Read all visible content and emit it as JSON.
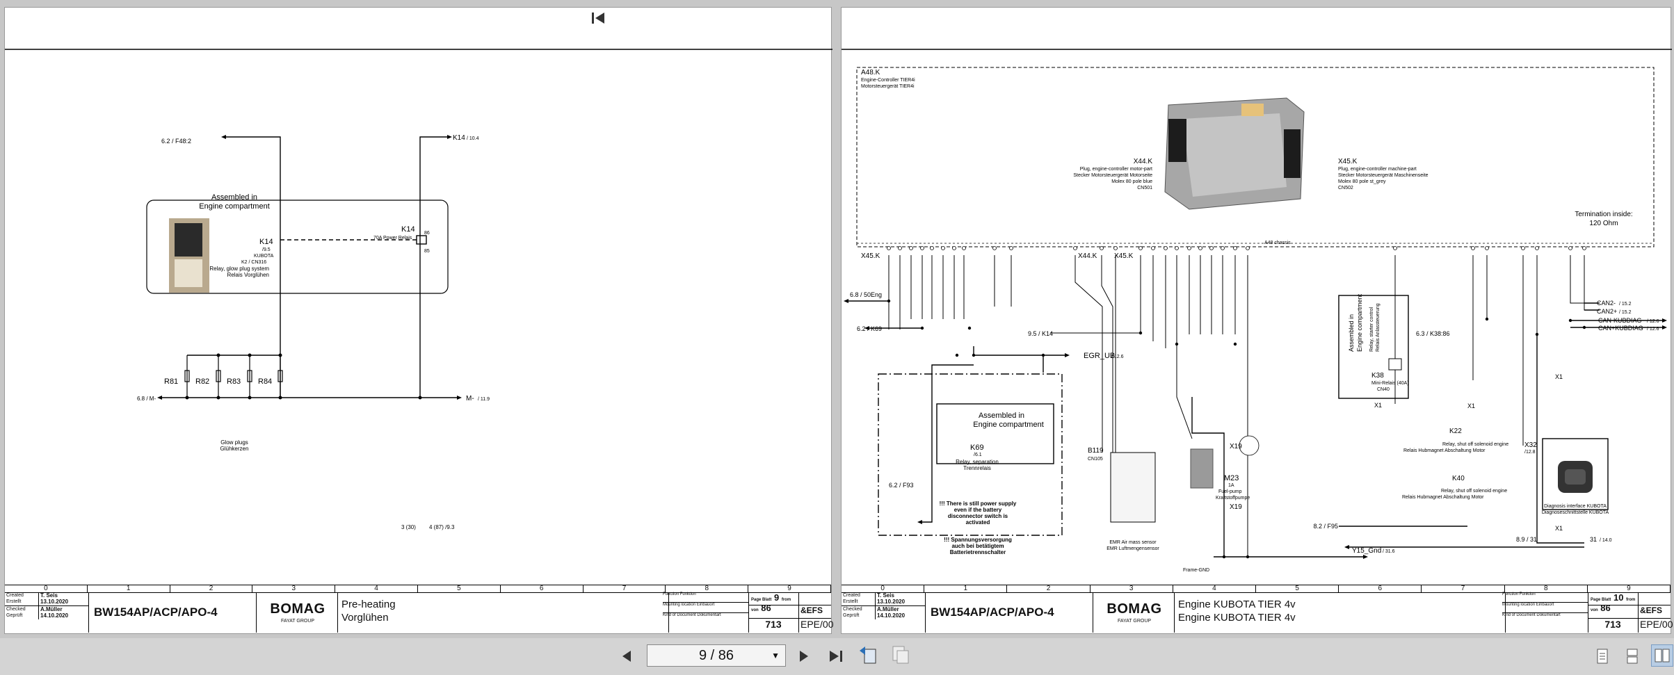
{
  "viewer": {
    "page_indicator": "9 / 86",
    "first_icon": "first-page-icon",
    "prev_icon": "previous-page-icon",
    "next_icon": "next-page-icon",
    "last_icon": "last-page-icon"
  },
  "common": {
    "columns": [
      "0",
      "1",
      "2",
      "3",
      "4",
      "5",
      "6",
      "7",
      "8",
      "9"
    ],
    "created_k1": "Created",
    "created_k2": "Erstellt",
    "created_v1": "T. Seis",
    "created_v2": "13.10.2020",
    "checked_k1": "Checked",
    "checked_k2": "Geprüft",
    "checked_v1": "A.Müller",
    "checked_v2": "14.10.2020",
    "model": "BW154AP/ACP/APO-4",
    "logo": "BOMAG",
    "logo_sub": "FAYAT GROUP",
    "fn_labels": [
      "Function Funktion",
      "Mounting location Einbauort",
      "Kind of Document Dokumentart"
    ],
    "page_k": "Page Blatt",
    "from_k": "from von",
    "total": "86",
    "efs": "&EFS",
    "doc": "713",
    "epe": "EPE/00"
  },
  "left": {
    "desc1": "Pre-heating",
    "desc2": "Vorglühen",
    "page": "9",
    "f48": "6.2 / F48:2",
    "k14ref": "K14",
    "k14page": "/ 10.4",
    "assembled1": "Assembled in",
    "assembled2": "Engine compartment",
    "k14": "K14",
    "k14_95": "/9.5",
    "k14_code": "KUBOTA",
    "k14_cn": "K2 / CN316",
    "k14_desc1": "Relay, glow plug system",
    "k14_desc2": "Relais Vorglühen",
    "k14b": "K14",
    "k14b_desc": "70A Power Relais",
    "pin86": "86",
    "pin85": "85",
    "r81": "R81",
    "r82": "R82",
    "r83": "R83",
    "r84": "R84",
    "m_left": "6.8 / M-",
    "m_right": "M-",
    "m_right_page": "/ 11.9",
    "glow1": "Glow plugs",
    "glow2": "Glühkerzen",
    "k30": "3 (30)",
    "k87": "4 (87) /9.3"
  },
  "right": {
    "desc1": "Engine KUBOTA TIER 4v",
    "desc2": "Engine KUBOTA TIER 4v",
    "page": "10",
    "a48": "A48.K",
    "a48_1": "Engine-Controller TIER4i",
    "a48_2": "Motorsteuergerät TIER4i",
    "x44": "X44.K",
    "x44_1": "Plug, engine-controller motor-part",
    "x44_2": "Stecker Motorsteuergerät Motorseite",
    "x44_3": "Molex 80 pole blue",
    "x44_cn": "CN501",
    "x45": "X45.K",
    "x45_1": "Plug, engine-controller machine-part",
    "x45_2": "Stecker Motorsteuergerät Maschinenseite",
    "x45_3": "Molex 80 pole st_grey",
    "x45_cn": "CN502",
    "term1": "Termination inside:",
    "term2": "120 Ohm",
    "x45k": "X45.K",
    "x44k": "X44.K",
    "x45k2": "X45.K",
    "a48chassis": "A48 chassis",
    "l_50eng": "6.8 / 50Eng",
    "l_k69": "6.2 / K69",
    "l_k14": "9.5 / K14",
    "l_k38": "6.3 / K38:86",
    "egr": "EGR_UB",
    "egr_page": "/ 12.6",
    "assembled1": "Assembled in",
    "assembled2": "Engine compartment",
    "k69": "K69",
    "k69_p": "/6.1",
    "k69_d1": "Relay, separation",
    "k69_d2": "Trennrelais",
    "f93": "6.2 / F93",
    "warn1": "!!! There is still power supply",
    "warn2": "even if the battery",
    "warn3": "disconnector switch is",
    "warn4": "activated",
    "warn5": "!!! Spannungsversorgung",
    "warn6": "auch bei betätigtem",
    "warn7": "Batterietrennschalter",
    "b119": "B119",
    "b119_cn": "CN105",
    "b119_d1": "EMR Air mass sensor",
    "b119_d2": "EMR Luftmengensensor",
    "x19a": "X19",
    "x19b": "X19",
    "m23": "M23",
    "m23_1": "1A",
    "m23_2": "Fuel-pump",
    "m23_3": "Kraftstoffpumpe",
    "k38_a1": "Assembled in",
    "k38_a2": "Engine compartment",
    "k38_d1": "Relay, starter control",
    "k38_d2": "Relais Anlassteuerung",
    "k38": "K38",
    "k38_d3": "Mini-Relais (40A)",
    "k38_cn": "CN40",
    "x1_150": "X1",
    "x1_168": "X1",
    "x1_162": "X1",
    "can1": "CAN2-",
    "can1p": "/ 15.2",
    "can2": "CAN2+",
    "can2p": "/ 15.2",
    "can3": "CAN-KUBDIAG",
    "can3p": "/ 12.6",
    "can4": "CAN+KUBDIAG",
    "can4p": "/ 12.6",
    "k22": "K22",
    "k22_d1": "Relay, shut off solenoid engine",
    "k22_d2": "Relais Hubmagnet Abschaltung Motor",
    "k40": "K40",
    "k40_d1": "Relay, shut off solenoid engine",
    "k40_d2": "Relais Hubmagnet Abschaltung Motor",
    "x32": "X32",
    "x32_p": "/12.8",
    "x32_d1": "Diagnosis interface KUBOTA",
    "x32_d2": "Diagnoseschnittstelle KUBOTA",
    "f95": "8.2 / F95",
    "y15": "Y15_Gnd",
    "y15p": "/ 31.6",
    "frame": "Frame-GND",
    "x1_156": "X1",
    "l31": "8.9 / 31",
    "r31": "31",
    "r31p": "/ 14.0"
  }
}
